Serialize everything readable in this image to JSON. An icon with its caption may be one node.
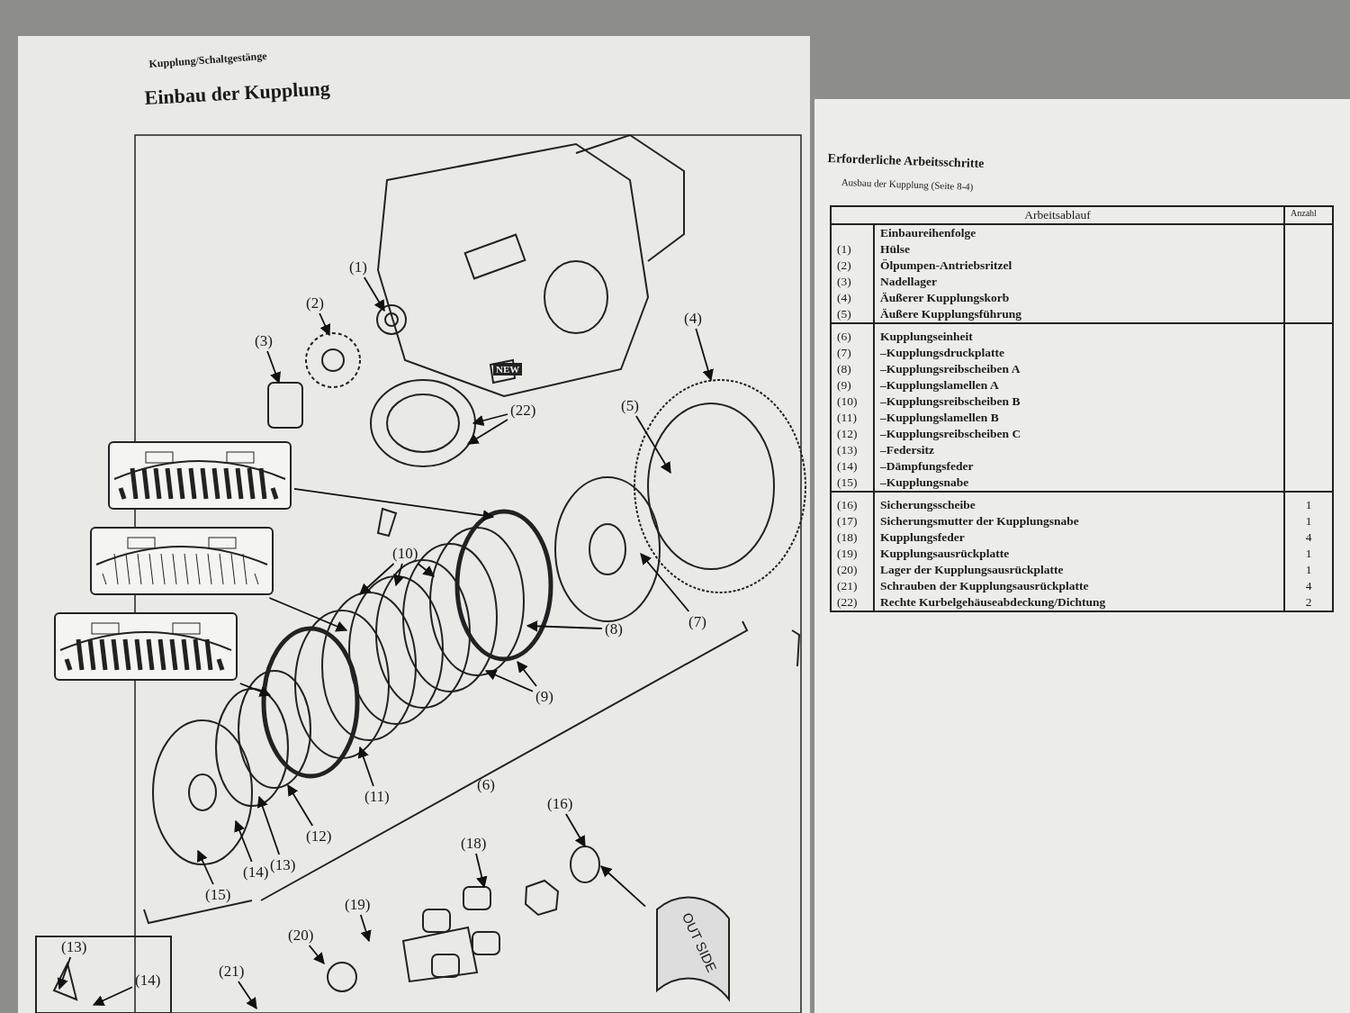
{
  "diagram": {
    "title": "Einbau der Kupplung",
    "nodes": [
      {
        "text": [
          "(1)"
        ]
      },
      {
        "text": [
          "(2)"
        ]
      },
      {
        "text": [
          "(3)"
        ]
      },
      {
        "text": [
          "(22)"
        ]
      },
      {
        "text": [
          "(4)"
        ]
      },
      {
        "text": [
          "(5)"
        ]
      },
      {
        "text": [
          "(10)"
        ]
      },
      {
        "text": [
          "(8)"
        ]
      },
      {
        "text": [
          "(7)"
        ]
      },
      {
        "text": [
          "(9)"
        ]
      },
      {
        "text": [
          "(11)"
        ]
      },
      {
        "text": [
          "(12)"
        ]
      },
      {
        "text": [
          "(13)"
        ]
      },
      {
        "text": [
          "(14)"
        ]
      },
      {
        "text": [
          "(15)"
        ]
      },
      {
        "text": [
          "(16)"
        ]
      },
      {
        "text": [
          "(18)"
        ]
      },
      {
        "text": [
          "(19)"
        ]
      },
      {
        "text": [
          "(20)"
        ]
      },
      {
        "text": [
          "(21)"
        ]
      },
      {
        "text": [
          "(13)"
        ]
      },
      {
        "text": [
          "(14)"
        ]
      },
      {
        "text": [],
        "shape": "picture"
      },
      {
        "text": [],
        "shape": "picture"
      },
      {
        "text": [],
        "shape": "picture"
      },
      {
        "text": [
          "OUT SIDE"
        ]
      }
    ],
    "edges": [
      {
        "from": 0,
        "to": null,
        "arrow": "to"
      },
      {
        "from": 1,
        "to": null,
        "arrow": "to"
      },
      {
        "from": 2,
        "to": null,
        "arrow": "to"
      },
      {
        "from": 3,
        "to": null,
        "arrow": "to"
      },
      {
        "from": 3,
        "to": null,
        "arrow": "to"
      },
      {
        "from": 4,
        "to": null,
        "arrow": "to"
      },
      {
        "from": 5,
        "to": null,
        "arrow": "to"
      },
      {
        "from": 6,
        "to": null,
        "arrow": "to"
      },
      {
        "from": 6,
        "to": null,
        "arrow": "to"
      },
      {
        "from": 6,
        "to": null,
        "arrow": "to"
      },
      {
        "from": 7,
        "to": null,
        "arrow": "to"
      },
      {
        "from": 8,
        "to": null,
        "arrow": "to"
      },
      {
        "from": 9,
        "to": null,
        "arrow": "to"
      },
      {
        "from": 9,
        "to": null,
        "arrow": "to"
      },
      {
        "from": 10,
        "to": null,
        "arrow": "to"
      },
      {
        "from": 11,
        "to": null,
        "arrow": "to"
      },
      {
        "from": 12,
        "to": null,
        "arrow": "to"
      },
      {
        "from": 13,
        "to": null,
        "arrow": "to"
      },
      {
        "from": 14,
        "to": null,
        "arrow": "to"
      },
      {
        "from": 15,
        "to": null,
        "arrow": "to"
      },
      {
        "from": 16,
        "to": null,
        "arrow": "to"
      },
      {
        "from": 17,
        "to": null,
        "arrow": "to"
      },
      {
        "from": 18,
        "to": null,
        "arrow": "to"
      },
      {
        "from": 19,
        "to": null,
        "arrow": "to"
      },
      {
        "from": 20,
        "to": null,
        "arrow": "to"
      },
      {
        "from": 21,
        "to": null,
        "arrow": "to"
      },
      {
        "from": 22,
        "to": null,
        "arrow": "to"
      },
      {
        "from": 23,
        "to": null,
        "arrow": "to"
      },
      {
        "from": 24,
        "to": null,
        "arrow": "to"
      },
      {
        "from": 25,
        "to": null,
        "arrow": "to"
      }
    ],
    "labels": [
      "Kupplung/Schaltgestänge",
      "NEW",
      "(6)",
      "Erforderliche Arbeitsschritte",
      "Ausbau der Kupplung (Seite 8-4)",
      "Arbeitsablauf",
      "Einbaureihenfolge",
      "Anzahl",
      "(1)",
      "Hülse",
      "(2)",
      "Ölpumpen-Antriebsritzel",
      "(3)",
      "Nadellager",
      "(4)",
      "Äußerer Kupplungskorb",
      "(5)",
      "Äußere Kupplungsführung",
      "(6)",
      "Kupplungseinheit",
      "(7)",
      "–Kupplungsdruckplatte",
      "(8)",
      "–Kupplungsreibscheiben A",
      "(9)",
      "–Kupplungslamellen A",
      "(10)",
      "–Kupplungsreibscheiben B",
      "(11)",
      "–Kupplungslamellen B",
      "(12)",
      "–Kupplungsreibscheiben C",
      "(13)",
      "–Federsitz",
      "(14)",
      "–Dämpfungsfeder",
      "(15)",
      "–Kupplungsnabe",
      "(16)",
      "Sicherungsscheibe",
      "1",
      "(17)",
      "Sicherungsmutter der Kupplungsnabe",
      "1",
      "(18)",
      "Kupplungsfeder",
      "4",
      "(19)",
      "Kupplungsausrückplatte",
      "1",
      "(20)",
      "Lager der Kupplungsausrückplatte",
      "1",
      "(21)",
      "Schrauben der Kupplungsausrückplatte",
      "4",
      "(22)",
      "Rechte Kurbelgehäuseabdeckung/Dichtung",
      "2"
    ]
  }
}
